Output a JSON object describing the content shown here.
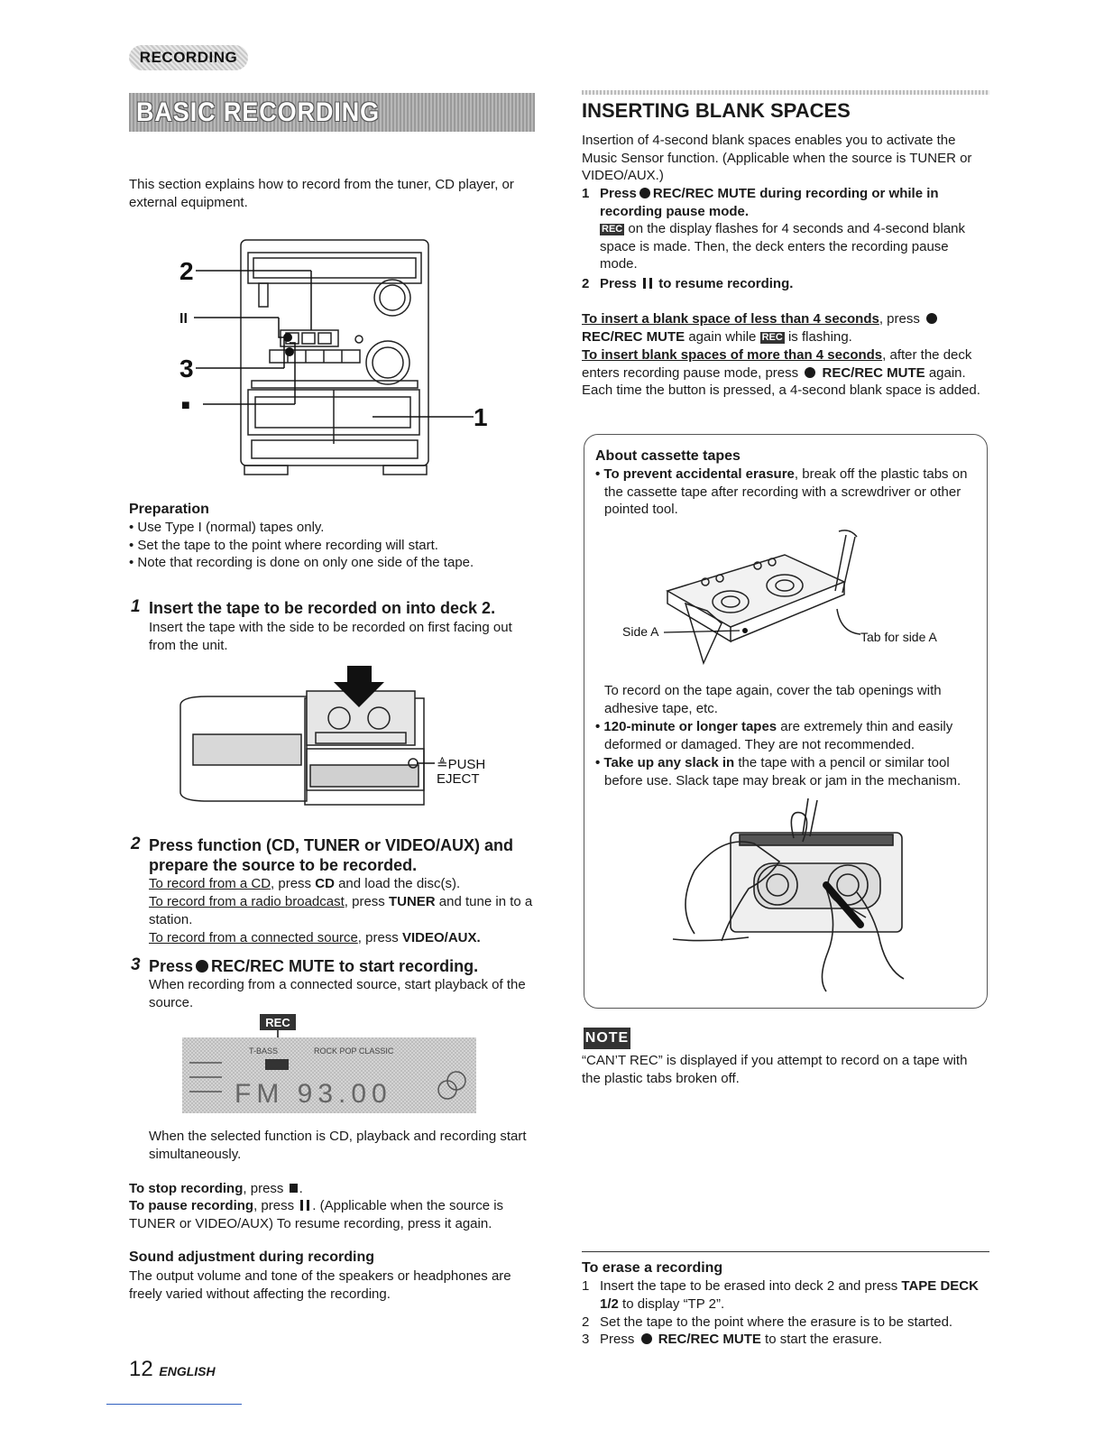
{
  "header": {
    "section": "RECORDING",
    "banner": "BASIC RECORDING"
  },
  "intro": "This section explains how to record from the tuner, CD player, or external equipment.",
  "unit_diagram": {
    "labels": [
      "2",
      "II",
      "3",
      "■",
      "1"
    ]
  },
  "preparation": {
    "title": "Preparation",
    "items": [
      "• Use Type I (normal) tapes only.",
      "• Set the tape to the point where recording will start.",
      "• Note that recording is done on only one side of the tape."
    ]
  },
  "step1": {
    "num": "1",
    "title": "Insert the tape to be recorded on into deck 2.",
    "body": "Insert the tape with the side to be recorded on first facing out from the unit.",
    "push_eject_1": "≜PUSH",
    "push_eject_2": "EJECT"
  },
  "step2": {
    "num": "2",
    "title": "Press function (CD, TUNER or VIDEO/AUX) and prepare the source to be recorded.",
    "cd_link": "To record from a CD",
    "cd_a": ", press ",
    "cd_bold": "CD",
    "cd_b": " and load the disc(s).",
    "radio_link": "To record from a radio broadcast",
    "radio_a": ", press ",
    "radio_bold": "TUNER",
    "radio_b": " and tune in to a station.",
    "src_link": "To record from a connected source",
    "src_a": ", press ",
    "src_bold": "VIDEO/AUX."
  },
  "step3": {
    "num": "3",
    "title_a": "Press",
    "title_b": "REC/REC MUTE to start recording.",
    "body": "When recording from a connected source, start playback of the source.",
    "rec_label": "REC",
    "display_text": "FM 93.00",
    "display_small_1": "T-BASS",
    "display_small_2": "ROCK  POP  CLASSIC",
    "after": "When the selected function is CD, playback and recording start simultaneously."
  },
  "stop": {
    "bold": "To stop recording",
    "rest": ", press"
  },
  "pause": {
    "bold": "To pause recording",
    "a": ", press",
    "b": ". (Applicable when the source is TUNER or VIDEO/AUX)  To resume recording, press it again."
  },
  "sound": {
    "title": "Sound adjustment during recording",
    "body": "The output volume and tone of the speakers or headphones are freely varied without affecting the recording."
  },
  "footer": {
    "page": "12",
    "lang": "ENGLISH"
  },
  "inserting": {
    "title": "INSERTING BLANK SPACES",
    "intro": "Insertion of  4-second blank spaces enables you to activate the Music Sensor function. (Applicable when the source is TUNER or VIDEO/AUX.)",
    "s1_num": "1",
    "s1_a": "Press",
    "s1_b": "REC/REC MUTE during recording or while in recording pause mode.",
    "s1_badge": "REC",
    "s1_body": " on the display flashes for 4 seconds and 4-second blank space is made. Then, the deck enters the recording pause mode.",
    "s2_num": "2",
    "s2_a": "Press",
    "s2_b": "to resume recording.",
    "less_link": "To insert a blank space of less than 4 seconds",
    "less_a": ", press",
    "less_bold": "REC/REC MUTE",
    "less_b": " again while ",
    "less_badge": "REC",
    "less_c": " is flashing.",
    "more_link": "To insert blank spaces of more than 4 seconds",
    "more_a": ", after the deck enters recording pause mode, press",
    "more_bold": "REC/REC MUTE",
    "more_b": " again. Each time the button is pressed, a 4-second blank space is added."
  },
  "cassette_box": {
    "title": "About cassette tapes",
    "b1_bold": "• To prevent accidental erasure",
    "b1_rest": ", break off the plastic tabs on the cassette tape after recording with a screwdriver or other pointed tool.",
    "side_a": "Side A",
    "tab_side_a": "Tab for side A",
    "cover": "To record on the tape again, cover the tab openings with adhesive tape, etc.",
    "b2_bold": "• 120-minute or longer tapes",
    "b2_rest": " are extremely thin and easily deformed or damaged. They are not recommended.",
    "b3_bold": "• Take up any slack in",
    "b3_rest": " the tape with a pencil or similar tool before use.  Slack tape may break or jam in the mechanism."
  },
  "note": {
    "badge": "NOTE",
    "body": "“CAN’T REC” is displayed if you attempt to record on a tape with the plastic tabs broken off."
  },
  "erase": {
    "title": "To erase a recording",
    "s1_num": "1",
    "s1_a": "Insert the tape to be erased into deck 2 and press ",
    "s1_bold": "TAPE DECK 1/2",
    "s1_b": " to display “TP 2”.",
    "s2_num": "2",
    "s2": "Set the tape to the point where the erasure is to be started.",
    "s3_num": "3",
    "s3_a": "Press",
    "s3_bold": "REC/REC MUTE",
    "s3_b": " to start the erasure."
  }
}
